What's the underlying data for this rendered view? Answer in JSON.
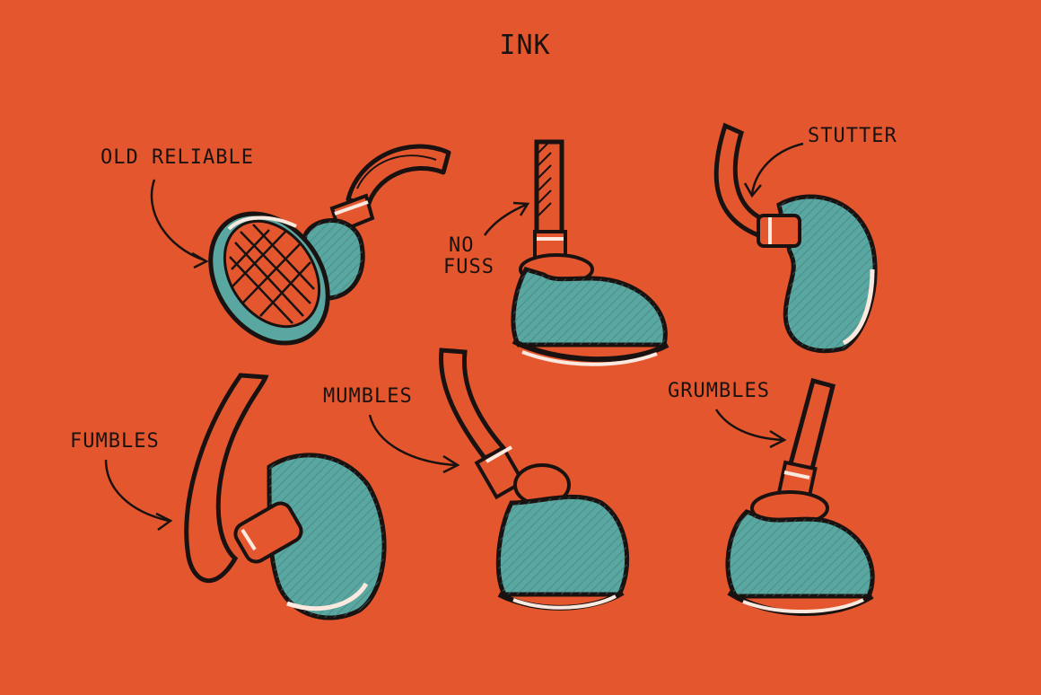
{
  "title": "INK",
  "labels": {
    "old_reliable": "OLD RELIABLE",
    "no": "NO",
    "fuss": "FUSS",
    "stutter": "STUTTER",
    "fumbles": "FUMBLES",
    "mumbles": "MUMBLES",
    "grumbles": "GRUMBLES"
  },
  "colors": {
    "background": "#e4572e",
    "ink": "#1a1210",
    "teal": "#5aa6a0",
    "highlight": "#fbe9df"
  }
}
